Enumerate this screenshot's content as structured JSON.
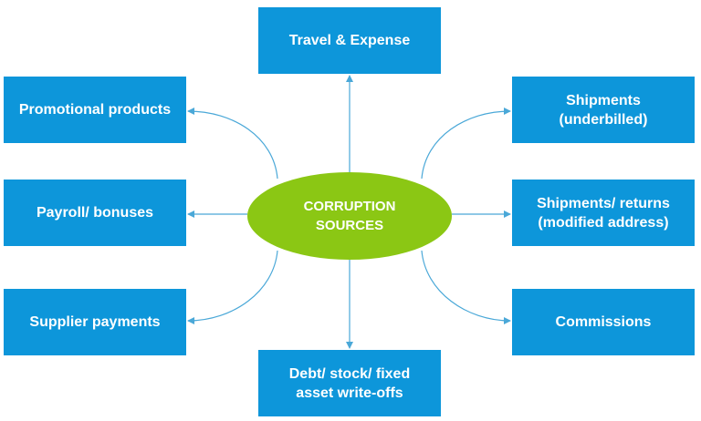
{
  "center": {
    "label": "CORRUPTION\nSOURCES"
  },
  "sources": {
    "travel": "Travel & Expense",
    "promotional": "Promotional products",
    "payroll": "Payroll/ bonuses",
    "supplier": "Supplier payments",
    "shipments_underbilled": "Shipments\n(underbilled)",
    "shipments_returns": "Shipments/ returns\n(modified address)",
    "commissions": "Commissions",
    "debt": "Debt/ stock/ fixed\nasset write-offs"
  },
  "colors": {
    "box": "#0d96da",
    "center": "#8bc714",
    "connector": "#4aa8d8",
    "text": "#ffffff"
  }
}
